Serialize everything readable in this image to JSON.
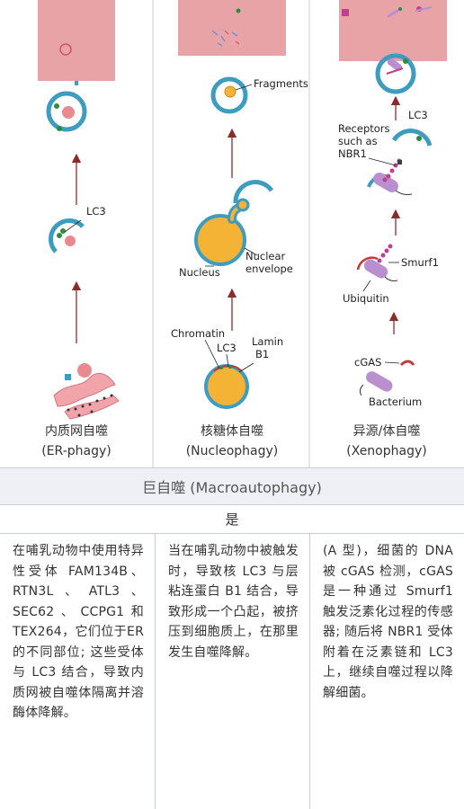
{
  "columns": [
    {
      "title_zh": "内质网自噬",
      "title_en": "(ER-phagy)",
      "labels": {
        "lc3": "LC3"
      }
    },
    {
      "title_zh": "核糖体自噬",
      "title_en": "(Nucleophagy)",
      "labels": {
        "fragments": "Fragments",
        "nuclear_envelope_1": "Nuclear",
        "nuclear_envelope_2": "envelope",
        "nucleus": "Nucleus",
        "chromatin": "Chromatin",
        "lc3": "LC3",
        "lamin_1": "Lamin",
        "lamin_2": "B1"
      }
    },
    {
      "title_zh": "异源/体自噬",
      "title_en": "(Xenophagy)",
      "labels": {
        "receptors_1": "Receptors",
        "receptors_2": "such as",
        "receptors_3": "NBR1",
        "lc3": "LC3",
        "smurf1": "Smurf1",
        "ubiquitin": "Ubiquitin",
        "cgas": "cGAS",
        "bacterium": "Bacterium"
      }
    }
  ],
  "banner": "巨自噬 (Macroautophagy)",
  "answer": "是",
  "notes": [
    "在哺乳动物中使用特异性受体 FAM134B、RTN3L、ATL3、SEC62、CCPG1和TEX264，它们位于ER 的不同部位; 这些受体与 LC3 结合，导致内质网被自噬体隔离并溶酶体降解。",
    "当在哺乳动物中被触发时，导致核 LC3 与层粘连蛋白 B1 结合，导致形成一个凸起，被挤压到细胞质上，在那里发生自噬降解。",
    "(A 型)，细菌的 DNA 被 cGAS 检测，cGAS 是一种通过 Smurf1 触发泛素化过程的传感器; 随后将 NBR1 受体附着在泛素链和 LC3 上，继续自噬过程以降解细菌。"
  ],
  "colors": {
    "lysosome": "#e8a3a6",
    "membrane": "#3e9cc1",
    "nucleus": "#f5b335",
    "arrow": "#8b2c2c",
    "lc3_dot": "#2e8b3e",
    "cargo": "#e98a8e",
    "bacterium": "#b98fd0",
    "ubiquitin": "#c0408f",
    "banner_bg": "#eef0f5"
  }
}
